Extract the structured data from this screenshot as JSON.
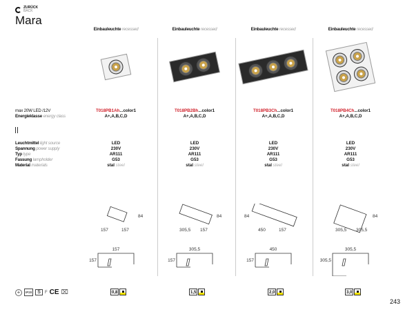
{
  "nav": {
    "back_de": "ZURÜCK",
    "back_en": "BACK"
  },
  "title": "Mara",
  "labels": {
    "power": "max 20W LED /12V",
    "energy_de": "Energieklasse",
    "energy_en": "energy class",
    "source_de": "Leuchtmittel",
    "source_en": "light source",
    "voltage_de": "Spannung",
    "voltage_en": "power supply",
    "type_de": "Typ",
    "type_en": "type",
    "holder_de": "Fassung",
    "holder_en": "lampholder",
    "material_de": "Material",
    "material_en": "materials"
  },
  "products": [
    {
      "header_de": "Einbauleuchte",
      "header_en": "recessed",
      "code": "T018PB1Ah",
      "code_suffix": "...color1",
      "energy": "A+,A,B,C,D",
      "source": "LED",
      "voltage": "230V",
      "type": "AR111",
      "holder": "G53",
      "material_de": "stal",
      "material_en": "steel",
      "dim_h": "84",
      "dim_a": "157",
      "dim_b": "157",
      "plan_w": "157",
      "plan_h": "157",
      "weight": "0,8",
      "lamps": 1,
      "finish": "white"
    },
    {
      "header_de": "Einbauleuchte",
      "header_en": "recessed",
      "code": "T018PB2Bh",
      "code_suffix": "...color1",
      "energy": "A+,A,B,C,D",
      "source": "LED",
      "voltage": "230V",
      "type": "AR111",
      "holder": "G53",
      "material_de": "stal",
      "material_en": "steel",
      "dim_h": "84",
      "dim_a": "305,5",
      "dim_b": "157",
      "plan_w": "305,5",
      "plan_h": "157",
      "weight": "1,5",
      "lamps": 2,
      "finish": "black"
    },
    {
      "header_de": "Einbauleuchte",
      "header_en": "recessed",
      "code": "T018PB3Ch",
      "code_suffix": "...color1",
      "energy": "A+,A,B,C,D",
      "source": "LED",
      "voltage": "230V",
      "type": "AR111",
      "holder": "G53",
      "material_de": "stal",
      "material_en": "steel",
      "dim_h": "84",
      "dim_a": "450",
      "dim_b": "157",
      "plan_w": "450",
      "plan_h": "157",
      "weight": "2,0",
      "lamps": 3,
      "finish": "black"
    },
    {
      "header_de": "Einbauleuchte",
      "header_en": "recessed",
      "code": "T018PB4Ch",
      "code_suffix": "...color1",
      "energy": "A+,A,B,C,D",
      "source": "LED",
      "voltage": "230V",
      "type": "AR111",
      "holder": "G53",
      "material_de": "stal",
      "material_en": "steel",
      "dim_h": "84",
      "dim_a": "305,5",
      "dim_b": "305,5",
      "plan_w": "305,5",
      "plan_h": "305,5",
      "weight": "3,0",
      "lamps": 4,
      "finish": "white"
    }
  ],
  "certs": [
    "IP20",
    "S",
    "F",
    "CE"
  ],
  "page_number": "243"
}
